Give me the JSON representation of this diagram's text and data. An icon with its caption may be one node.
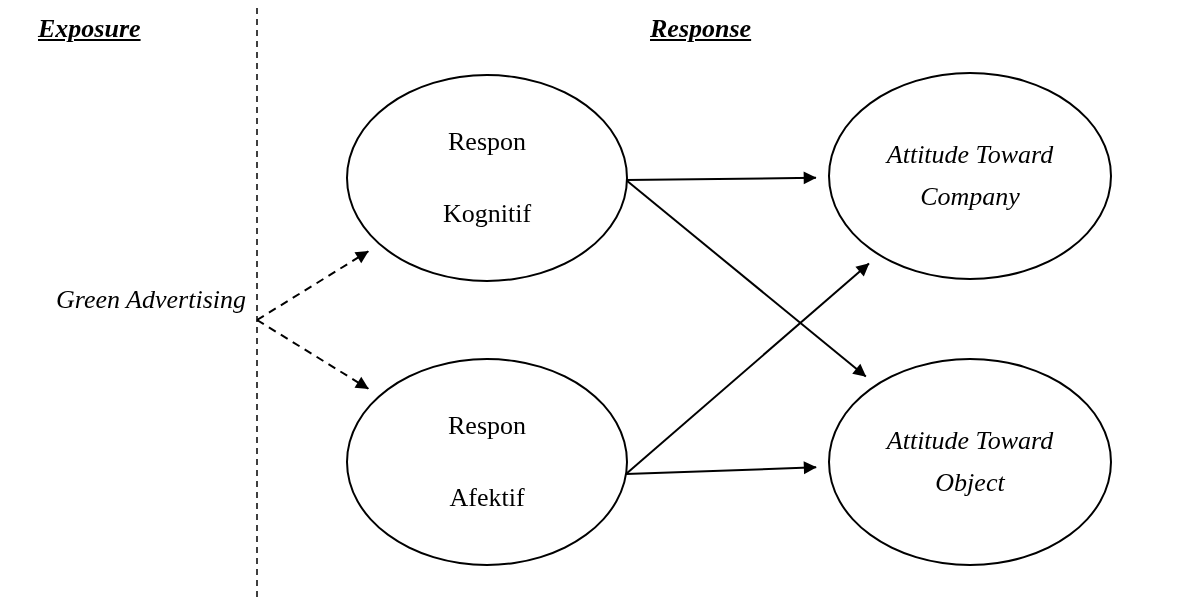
{
  "diagram": {
    "nodes": [
      {
        "text": [
          "Green Advertising"
        ]
      },
      {
        "text": [
          "Respon",
          "Kognitif"
        ]
      },
      {
        "text": [
          "Respon",
          "Afektif"
        ]
      },
      {
        "text": [
          "Attitude Toward Company"
        ]
      },
      {
        "text": [
          "Attitude Toward Object"
        ]
      }
    ],
    "edges": [
      {
        "from": 0,
        "to": 1,
        "arrow": "to",
        "style": "dashed"
      },
      {
        "from": 0,
        "to": 2,
        "arrow": "to",
        "style": "dashed"
      },
      {
        "from": 1,
        "to": 3,
        "arrow": "to"
      },
      {
        "from": 1,
        "to": 4,
        "arrow": "to"
      },
      {
        "from": 2,
        "to": 3,
        "arrow": "to"
      },
      {
        "from": 2,
        "to": 4,
        "arrow": "to"
      }
    ],
    "labels": [
      "Exposure",
      "Response"
    ]
  }
}
